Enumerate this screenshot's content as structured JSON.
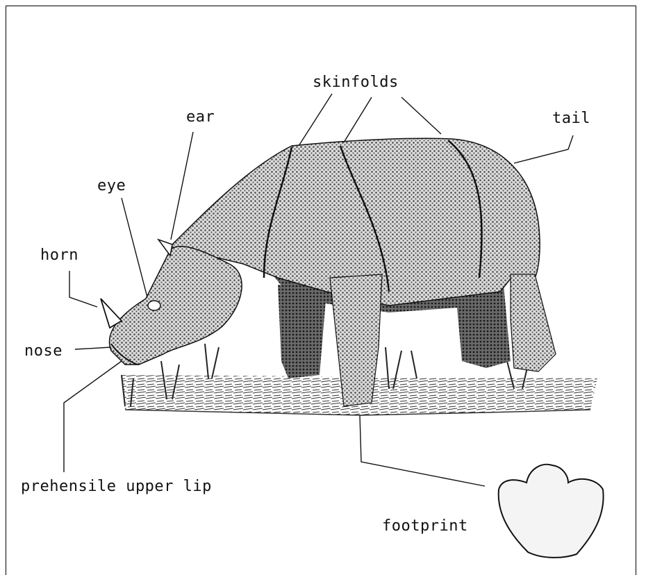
{
  "labels": {
    "skinfolds": "skinfolds",
    "ear": "ear",
    "tail": "tail",
    "eye": "eye",
    "horn": "horn",
    "nose": "nose",
    "prehensile_upper_lip": "prehensile upper lip",
    "footprint": "footprint"
  }
}
